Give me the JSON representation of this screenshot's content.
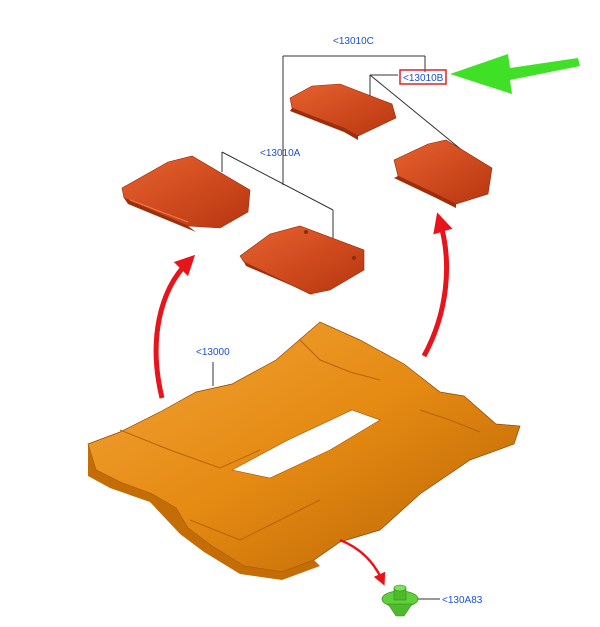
{
  "labels": {
    "mat_set": "<13010C",
    "rear_mats": "<13010B",
    "front_mats": "<13010A",
    "floor_carpet": "<13000",
    "retainer_clip": "<130A83"
  },
  "colors": {
    "label_text": "#1a4fd8",
    "highlight_box": "#e0202a",
    "pointer_arrow": "#3fe025",
    "mat_fill": "#d9461c",
    "mat_shade": "#b8350f",
    "carpet_fill": "#e58a12",
    "carpet_shade": "#c46c05",
    "curved_arrow": "#e8141c",
    "clip_fill": "#5fcf3a"
  }
}
